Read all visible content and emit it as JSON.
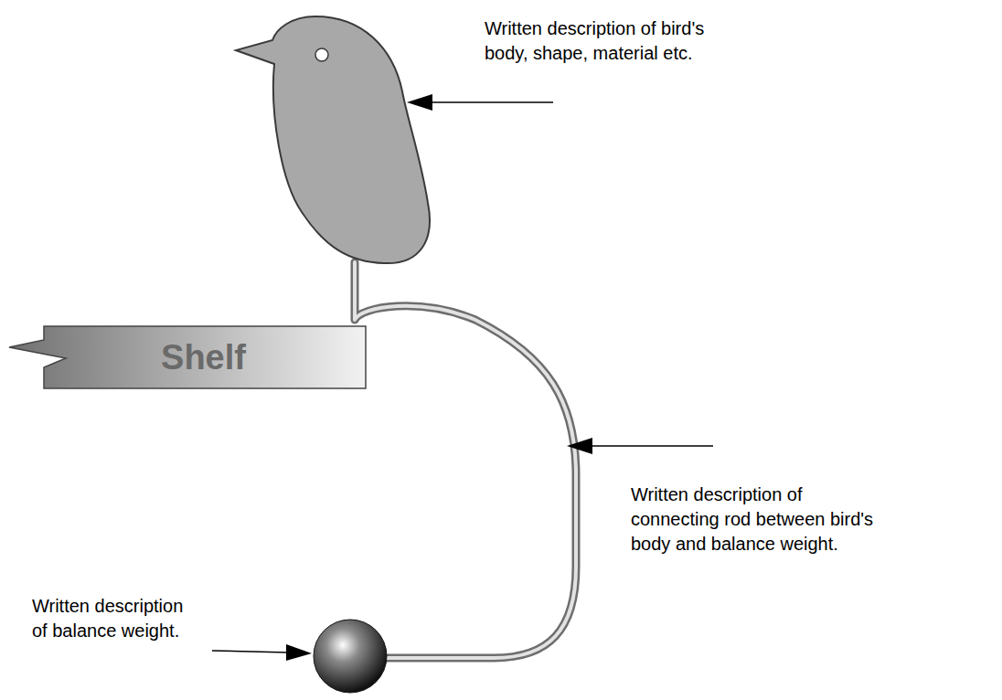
{
  "diagram": {
    "nodes": [
      {
        "text": [
          "Shelf"
        ]
      }
    ],
    "labels": [
      "Written description of bird's body, shape, material etc.",
      "Written description of connecting rod between bird's body and balance weight.",
      "Written description of balance weight."
    ]
  }
}
